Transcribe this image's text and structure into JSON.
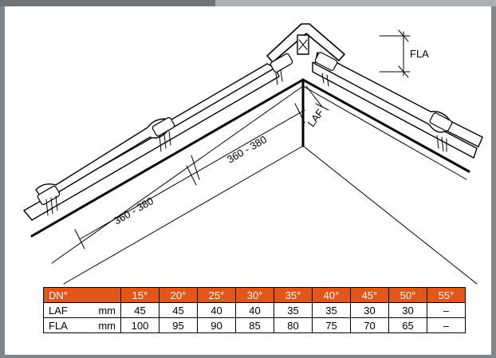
{
  "diagram": {
    "labels": {
      "fla": "FLA",
      "laf": "LAF",
      "spacing_left": "360 - 380",
      "spacing_right": "360 - 380"
    }
  },
  "table": {
    "header_label": "DN°",
    "angles": [
      "15°",
      "20°",
      "25°",
      "30°",
      "35°",
      "40°",
      "45°",
      "50°",
      "55°"
    ],
    "rows": [
      {
        "label": "LAF",
        "unit": "mm",
        "values": [
          "45",
          "45",
          "40",
          "40",
          "35",
          "35",
          "30",
          "30",
          "–"
        ]
      },
      {
        "label": "FLA",
        "unit": "mm",
        "values": [
          "100",
          "95",
          "90",
          "85",
          "80",
          "75",
          "70",
          "65",
          "–"
        ]
      }
    ]
  },
  "colors": {
    "header_bg": "#e0561b",
    "background": "#7e868c"
  }
}
